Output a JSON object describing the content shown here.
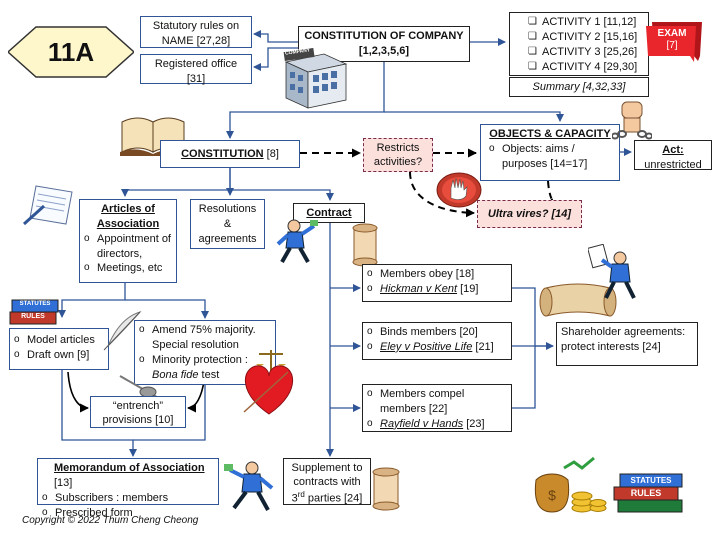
{
  "badge": "11A",
  "statutory_rules": "Statutory rules on NAME [27,28]",
  "registered_office": "Registered office [31]",
  "constitution_of_company": {
    "title": "CONSTITUTION OF COMPANY",
    "refs": "[1,2,3,5,6]"
  },
  "activities": [
    "ACTIVITY 1 [11,12]",
    "ACTIVITY 2 [15,16]",
    "ACTIVITY 3 [25,26]",
    "ACTIVITY 4 [29,30]"
  ],
  "summary": "Summary [4,32,33]",
  "exam": {
    "title": "EXAM",
    "ref": "[7]"
  },
  "building_sign": "COMPANY",
  "constitution": {
    "title": "CONSTITUTION",
    "ref": "[8]"
  },
  "restricts": "Restricts activities?",
  "objects_capacity": {
    "title": "OBJECTS & CAPACITY",
    "item": "Objects: aims / purposes [14=17]"
  },
  "act": {
    "title": "Act:",
    "text": "unrestricted"
  },
  "ultra_vires": "Ultra vires? [14]",
  "stop_sign": "STOP",
  "articles": {
    "title": "Articles of Association",
    "items": [
      "Appointment of directors,",
      "Meetings, etc"
    ]
  },
  "resolutions": "Resolutions & agreements",
  "contract": "Contract",
  "model_articles": [
    "Model articles",
    "Draft own [9]"
  ],
  "amend": {
    "items": [
      "Amend 75% majority. Special resolution",
      "Minority protection :"
    ],
    "italic": "Bona fide",
    "tail": " test"
  },
  "entrench": {
    "quote": "“entrench”",
    "text": "provisions [10]"
  },
  "memorandum": {
    "title": "Memorandum of Association",
    "ref": " [13]",
    "items": [
      "Subscribers : members",
      "Prescribed form"
    ]
  },
  "members_obey": {
    "text": "Members obey [18]",
    "case": "Hickman v Kent",
    "ref": " [19]"
  },
  "binds_members": {
    "text": "Binds members [20]",
    "case": "Eley v Positive Life",
    "ref": " [21]"
  },
  "members_compel": {
    "text": "Members compel members [22]",
    "case": "Rayfield v Hands",
    "ref": " [23]"
  },
  "shareholder_agreements": "Shareholder agreements: protect interests [24]",
  "supplement": {
    "pre": "Supplement to contracts with 3",
    "sup": "rd",
    "post": " parties [24]"
  },
  "books": {
    "top": "STATUTES",
    "bottom": "RULES"
  },
  "copyright": "Copyright © 2022 Thum Cheng Cheong",
  "colors": {
    "line": "#2f5597",
    "dash": "#000000",
    "pink": "#fbe0dc",
    "exam": "#e8262c",
    "heart": "#e21b23"
  }
}
